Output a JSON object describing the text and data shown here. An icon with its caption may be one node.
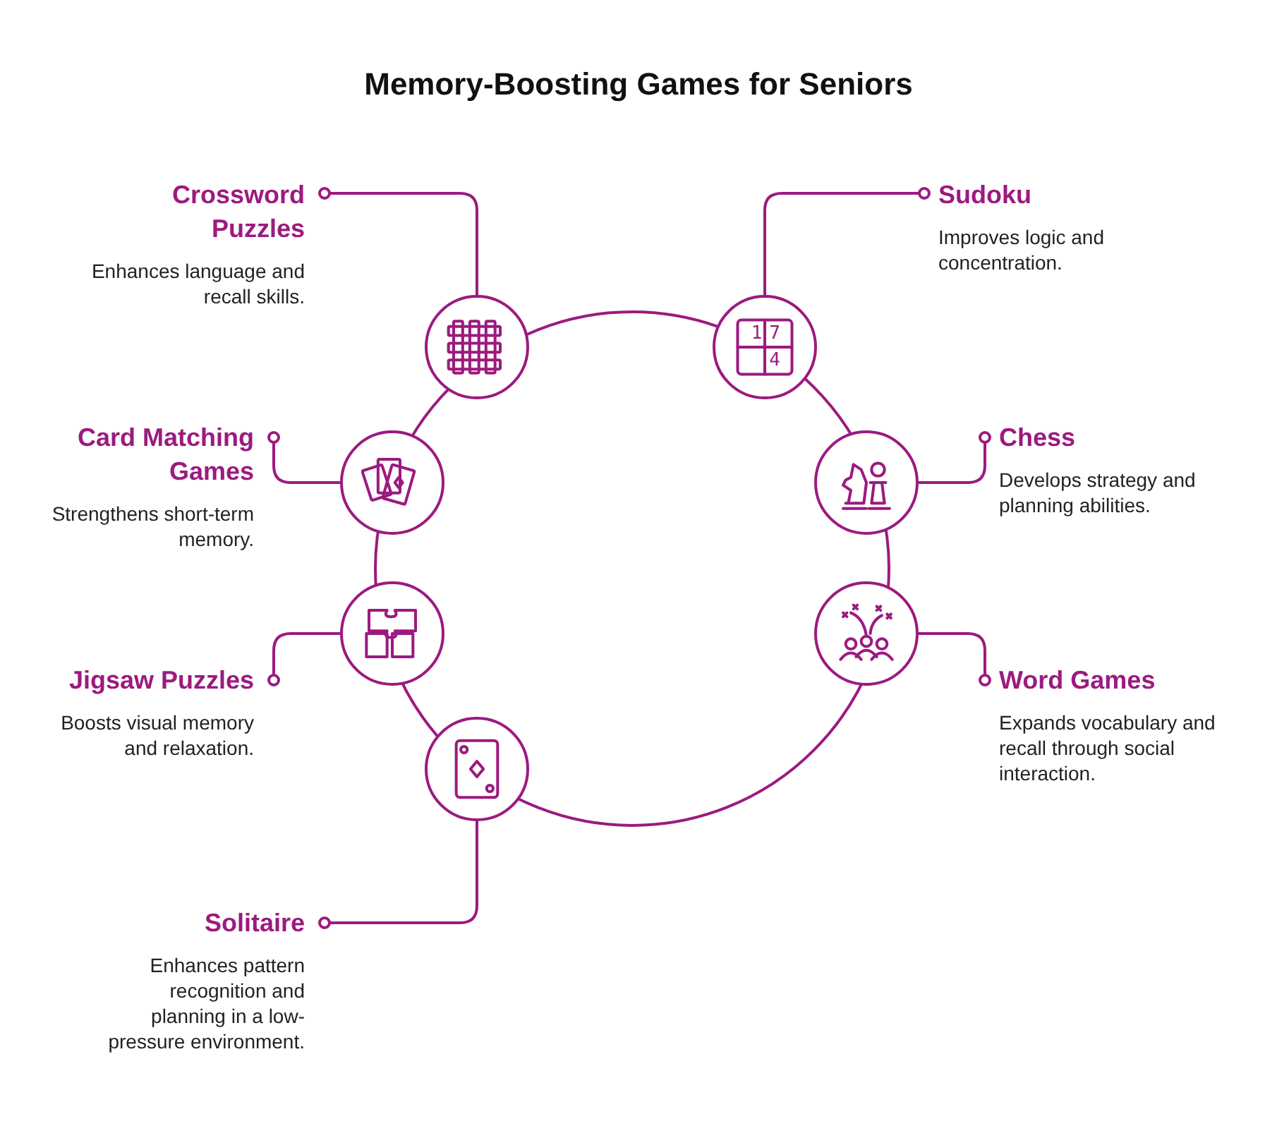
{
  "diagram": {
    "title": "Memory-Boosting Games for Seniors",
    "nodes": [
      {
        "text": [
          "Crossword Puzzles",
          "Enhances language and recall skills."
        ]
      },
      {
        "text": [],
        "shape": "circle"
      },
      {
        "text": [
          "Sudoku",
          "Improves logic and concentration."
        ]
      },
      {
        "text": [],
        "shape": "circle"
      },
      {
        "text": [
          "Card Matching Games",
          "Strengthens short-term memory."
        ]
      },
      {
        "text": [],
        "shape": "circle"
      },
      {
        "text": [
          "Chess",
          "Develops strategy and planning abilities."
        ]
      },
      {
        "text": [],
        "shape": "circle"
      },
      {
        "text": [
          "Jigsaw Puzzles",
          "Boosts visual memory and relaxation."
        ]
      },
      {
        "text": [],
        "shape": "circle"
      },
      {
        "text": [
          "Word Games",
          "Expands vocabulary and recall through social interaction."
        ]
      },
      {
        "text": [],
        "shape": "circle"
      },
      {
        "text": [
          "Solitaire",
          "Enhances pattern recognition and planning in a low-pressure environment."
        ]
      },
      {
        "text": [],
        "shape": "circle"
      }
    ],
    "edges": [
      {
        "from": 0,
        "to": 1,
        "arrow": "other"
      },
      {
        "from": 2,
        "to": 3,
        "arrow": "other"
      },
      {
        "from": 4,
        "to": 5,
        "arrow": "other"
      },
      {
        "from": 6,
        "to": 7,
        "arrow": "other"
      },
      {
        "from": 8,
        "to": 9,
        "arrow": "other"
      },
      {
        "from": 10,
        "to": 11,
        "arrow": "other"
      },
      {
        "from": 12,
        "to": 13,
        "arrow": "other"
      }
    ],
    "labels": [
      "1",
      "7",
      "4"
    ]
  }
}
